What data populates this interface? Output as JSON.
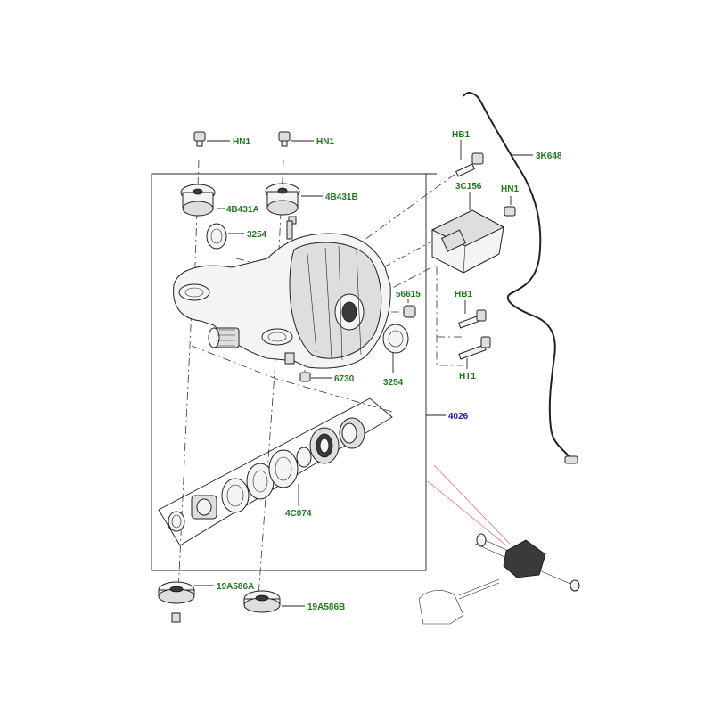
{
  "labels": {
    "hn1_left": "HN1",
    "hn1_mid": "HN1",
    "hb1_top": "HB1",
    "k3648": "3K648",
    "c3156": "3C156",
    "hn1_right": "HN1",
    "b4431a": "4B431A",
    "b4431b": "4B431B",
    "p3254_top": "3254",
    "p56615": "56615",
    "hb1_bottom": "HB1",
    "ht1": "HT1",
    "p6730": "6730",
    "p3254_bottom": "3254",
    "p4026": "4026",
    "c4074": "4C074",
    "a19586": "19A586A",
    "b19586": "19A586B"
  },
  "colors": {
    "label_green": "#1f7a1f",
    "label_blue": "#1a1aa0",
    "leader_red": "#e06060"
  }
}
